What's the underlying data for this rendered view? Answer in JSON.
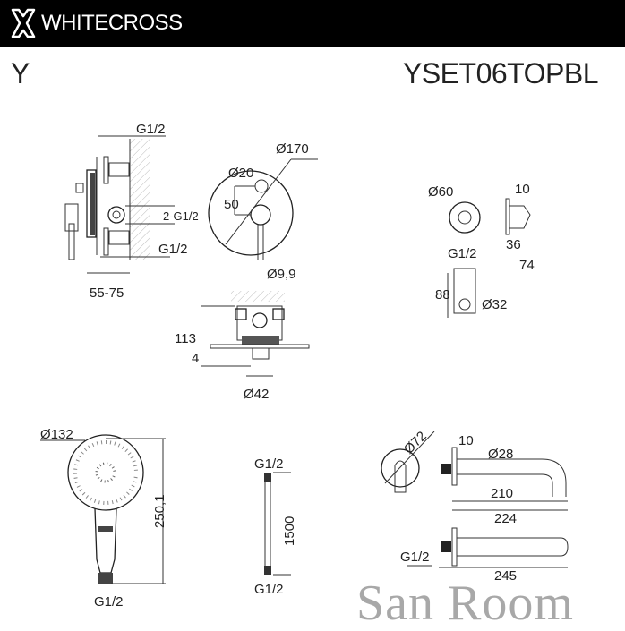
{
  "header": {
    "brand": "WHITECROSS",
    "logo_icon": "whitecross-logo-icon"
  },
  "title": {
    "series": "Y",
    "model": "YSET06TOPBL"
  },
  "mixer_side": {
    "top_thread": "G1/2",
    "outlets": "2-G1/2",
    "bottom_thread": "G1/2",
    "depth": "55-75"
  },
  "mixer_front": {
    "plate_diameter": "Ø170",
    "knob_diameter": "Ø20",
    "offset": "50",
    "lever_diameter": "Ø9,9"
  },
  "mixer_box": {
    "height": "113",
    "plate_thickness": "4",
    "diameter": "Ø42"
  },
  "holder": {
    "diameter": "Ø60",
    "thread": "G1/2",
    "depth_small": "10",
    "depth_mid": "36",
    "depth_total": "74",
    "height": "88",
    "hole_diameter": "Ø32"
  },
  "hand_shower": {
    "head_diameter": "Ø132",
    "length": "250,1",
    "thread": "G1/2"
  },
  "hose": {
    "top_thread": "G1/2",
    "length": "1500",
    "bottom_thread": "G1/2"
  },
  "spout": {
    "plate_diameter": "Ø72",
    "plate_thickness": "10",
    "pipe_diameter": "Ø28",
    "length_inner": "210",
    "length_outer": "224",
    "thread": "G1/2",
    "length_total": "245"
  },
  "watermark": "San Room"
}
